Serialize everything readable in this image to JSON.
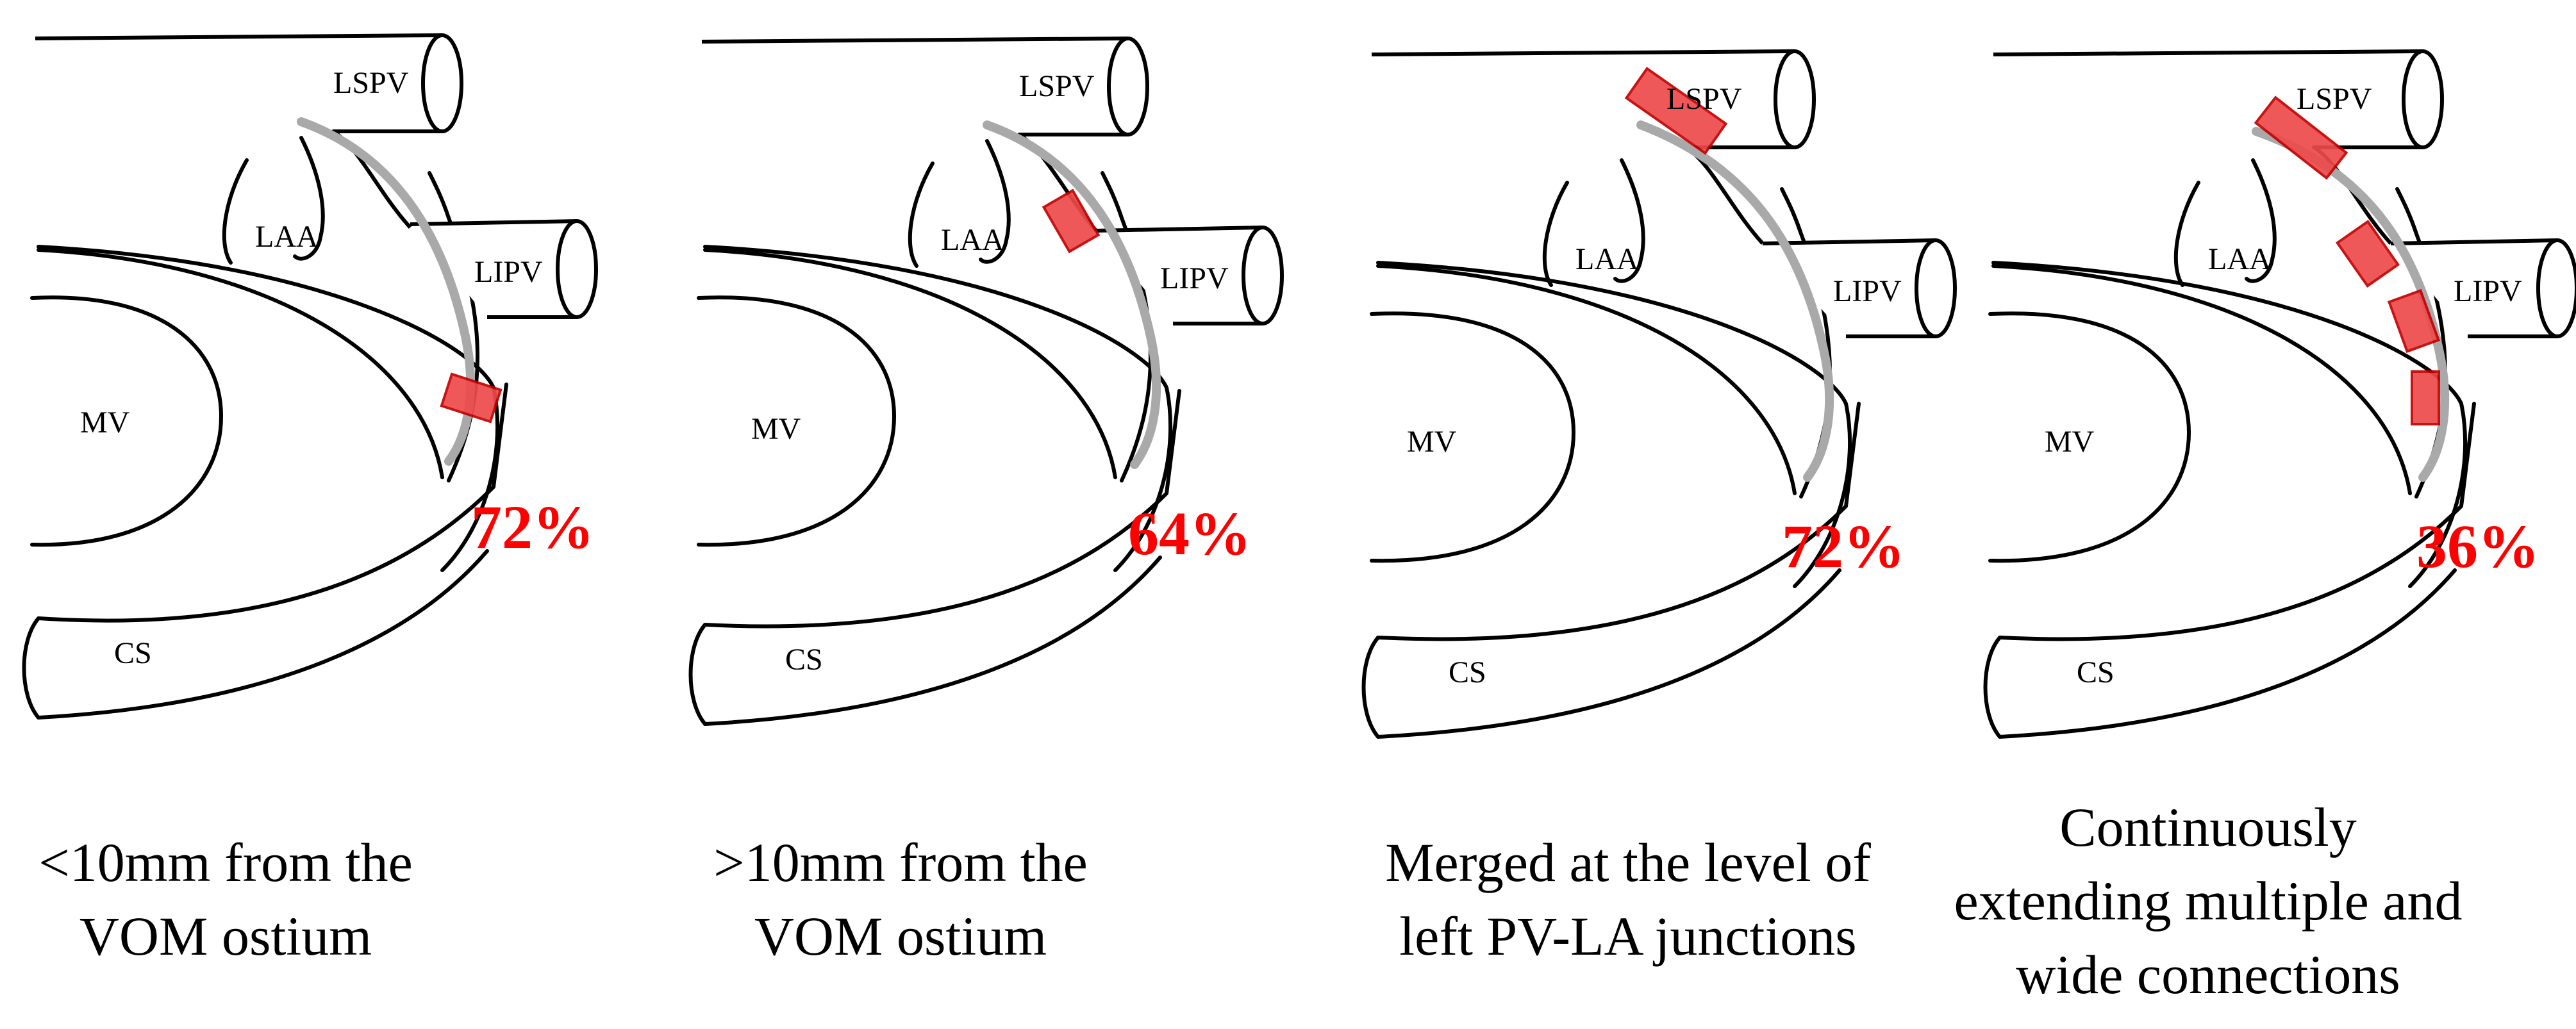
{
  "structures": {
    "lspv": "LSPV",
    "lipv": "LIPV",
    "laa": "LAA",
    "mv": "MV",
    "cs": "CS"
  },
  "colors": {
    "outline": "#000000",
    "vom": "#a9a9a9",
    "connection_fill": "#ee4a4a",
    "connection_stroke": "#c40000",
    "percent": "#ff0000"
  },
  "panels": [
    {
      "percent": "72%",
      "caption": [
        "<10mm from the",
        "VOM ostium"
      ]
    },
    {
      "percent": "64%",
      "caption": [
        ">10mm from the",
        "VOM ostium"
      ]
    },
    {
      "percent": "72%",
      "caption": [
        "Merged at the level of",
        "left PV-LA junctions"
      ]
    },
    {
      "percent": "36%",
      "caption": [
        "Continuously",
        "extending multiple and",
        "wide connections"
      ]
    }
  ]
}
